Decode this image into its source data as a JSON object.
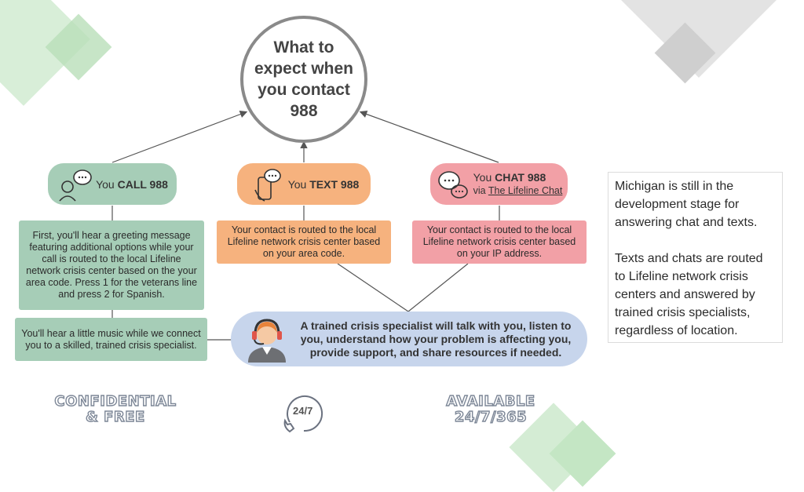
{
  "center": {
    "title": "What to expect when you contact 988"
  },
  "call": {
    "prefix": "You ",
    "bold": "CALL 988"
  },
  "text": {
    "prefix": "You ",
    "bold": "TEXT 988"
  },
  "chat": {
    "prefix": "You ",
    "bold": "CHAT 988",
    "via": "via ",
    "link": "The Lifeline Chat"
  },
  "call_box1": "First, you'll hear a greeting message featuring additional options while your call is routed to the local Lifeline network crisis center based on the your area code. Press 1 for the veterans line and press 2 for Spanish.",
  "call_box2": "You'll hear a little music while we connect you to a skilled, trained crisis specialist.",
  "text_box": "Your contact is routed to the local Lifeline network crisis center based on your area code.",
  "chat_box": "Your contact is routed to the local Lifeline network crisis center based on your IP address.",
  "specialist": "A trained crisis specialist will talk with you, listen to you, understand how your problem is affecting you, provide support, and share resources if needed.",
  "badge_left": {
    "line1": "CONFIDENTIAL",
    "line2": "& FREE"
  },
  "badge_mid": "24/7",
  "badge_right": {
    "line1": "AVAILABLE",
    "line2": "24/7/365"
  },
  "note": {
    "p1": "Michigan is still in the development stage for answering chat and texts.",
    "p2": "Texts and chats are routed to Lifeline network crisis centers and answered by trained crisis specialists, regardless of location."
  },
  "colors": {
    "green": "#a6cdb7",
    "orange": "#f6b27e",
    "pink": "#f2a0a6",
    "blue": "#c7d5ec",
    "gray_deco": "#d6d6d6"
  },
  "icons": [
    "speech-bubble-person-icon",
    "phone-text-icon",
    "chat-bubbles-icon",
    "headset-agent-icon",
    "phone-24-7-icon"
  ]
}
